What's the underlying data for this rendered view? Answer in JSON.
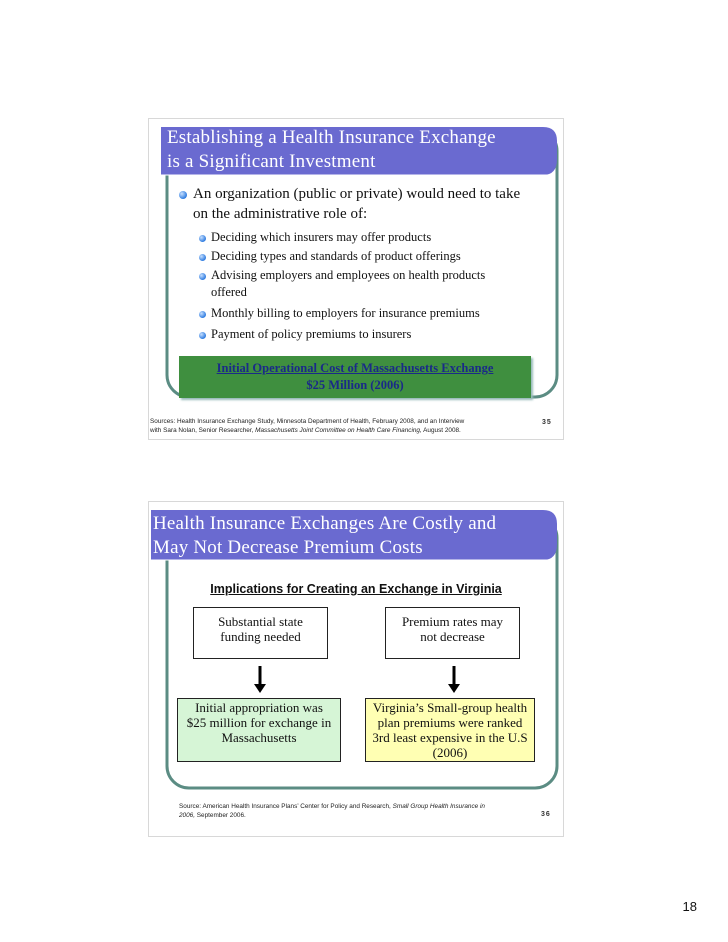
{
  "slide1": {
    "title_line1": "Establishing a Health Insurance Exchange",
    "title_line2": "is a Significant Investment",
    "bullet_main_line1": "An organization (public or private) would need to take",
    "bullet_main_line2": "on the administrative role of:",
    "sub_bullets": [
      "Deciding which insurers may offer products",
      "Deciding types and standards of product offerings",
      "Advising employers and employees on health products",
      "offered",
      "Monthly billing to employers for insurance premiums",
      "Payment of policy premiums to insurers"
    ],
    "callout_line1": "Initial Operational Cost of  Massachusetts Exchange",
    "callout_line2": "$25 Million (2006)",
    "source_line1": "Sources:  Health Insurance Exchange Study, Minnesota Department of Health, February 2008, and an Interview",
    "source_line2_plain": "with Sara Nolan, Senior Researcher, ",
    "source_line2_italic": "Massachusetts Joint Committee on Health Care Financing,",
    "source_line2_end": " August 2008.",
    "slide_number": "35"
  },
  "slide2": {
    "title_line1": "Health Insurance Exchanges Are Costly and",
    "title_line2": "May Not Decrease Premium Costs",
    "heading": "Implications for Creating an Exchange in Virginia",
    "left_top_line1": "Substantial state",
    "left_top_line2": "funding needed",
    "right_top_line1": "Premium rates may",
    "right_top_line2": "not decrease",
    "left_bottom_line1": "Initial appropriation was",
    "left_bottom_line2": "$25 million for exchange in",
    "left_bottom_line3": "Massachusetts",
    "right_bottom_line1": "Virginia’s Small-group health",
    "right_bottom_line2": "plan premiums were ranked",
    "right_bottom_line3": "3rd least expensive in the U.S",
    "right_bottom_line4": "(2006)",
    "source_line1_plain": "Source: American Health Insurance Plans’ Center for Policy and Research, ",
    "source_line1_italic": "Small Group Health Insurance in",
    "source_line2_italic": "2006,",
    "source_line2_end": " September 2006.",
    "slide_number": "36"
  },
  "page_number": "18",
  "colors": {
    "title_bar": "#6a6ad0",
    "frame": "#5b8c83",
    "callout_fill": "#3f8f3f",
    "callout_text": "#1a2a88",
    "green_box": "#d6f5d6",
    "yellow_box": "#ffffb3"
  }
}
